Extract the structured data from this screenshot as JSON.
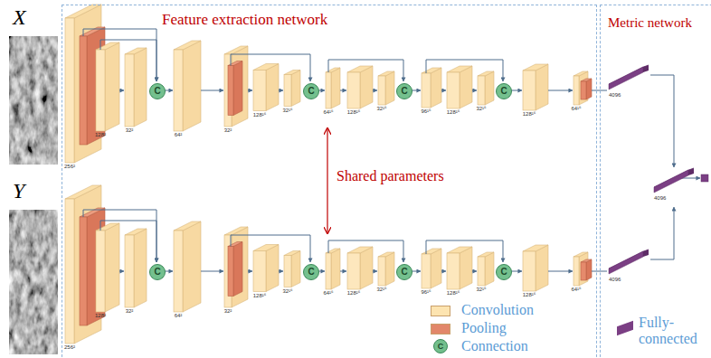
{
  "diagram": {
    "nodes": [
      {
        "text": [
          "Feature extraction network"
        ]
      },
      {
        "text": [
          "C"
        ],
        "in": 0
      },
      {
        "text": [
          "C"
        ],
        "in": 0
      },
      {
        "text": [
          "C"
        ],
        "in": 0
      },
      {
        "text": [
          "C"
        ],
        "in": 0
      },
      {
        "text": [
          "C"
        ],
        "in": 0
      },
      {
        "text": [
          "C"
        ],
        "in": 0
      },
      {
        "text": [
          "C"
        ],
        "in": 0
      },
      {
        "text": [
          "C"
        ],
        "in": 0
      },
      {
        "text": [
          "Metric network"
        ]
      },
      {
        "text": [
          "4096"
        ],
        "in": 9
      },
      {
        "text": [
          "4096"
        ],
        "in": 9
      },
      {
        "text": [
          "4096"
        ],
        "in": 9
      }
    ],
    "edges": [
      {
        "from": 10,
        "to": 11,
        "arrow": "to"
      },
      {
        "from": 12,
        "to": 11,
        "arrow": "to"
      }
    ],
    "labels": [
      "X",
      "Y",
      "Shared parameters",
      "256²",
      "128²",
      "32²",
      "64²",
      "32²",
      "128¹⁶",
      "32¹⁶",
      "64¹⁶",
      "128¹⁶",
      "32¹⁶",
      "96¹⁶",
      "128¹⁶",
      "32¹⁶",
      "128¹⁶",
      "64¹⁶",
      "256²",
      "128²",
      "32²",
      "64²",
      "32²",
      "128¹⁶",
      "32¹⁶",
      "64¹⁶",
      "128¹⁶",
      "32¹⁶",
      "96¹⁶",
      "128¹⁶",
      "32¹⁶",
      "128¹⁶",
      "64¹⁶",
      "C"
    ],
    "legend": [
      {
        "text": "Convolution",
        "color": "#fde4b0"
      },
      {
        "text": "Pooling",
        "color": "#e2876a"
      },
      {
        "text": "Connection",
        "color": "#72bf8c"
      },
      {
        "text": "Fully-connected",
        "color": "#7b3f84"
      }
    ]
  }
}
